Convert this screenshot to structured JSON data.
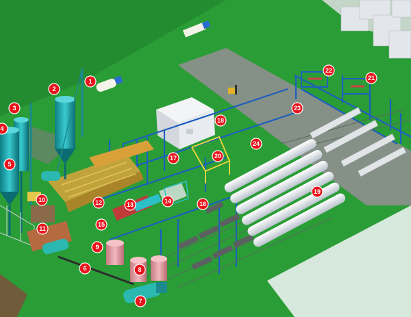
{
  "callouts": [
    "1",
    "2",
    "3",
    "4",
    "5",
    "6",
    "7",
    "8",
    "9",
    "10",
    "11",
    "12",
    "13",
    "14",
    "15",
    "16",
    "17",
    "18",
    "19",
    "20",
    "21",
    "22",
    "23",
    "24"
  ],
  "colors": {
    "ground": "#2a9d36",
    "road": "#8c8c8c",
    "callout": "#e8141c",
    "frame": "#1e5fbf",
    "silo": "#1aa6a6",
    "autoclave": "#e8ecf0",
    "mould": "#d9a03a",
    "ballmill": "#2bb8b0",
    "tank": "#e4a0a6"
  }
}
